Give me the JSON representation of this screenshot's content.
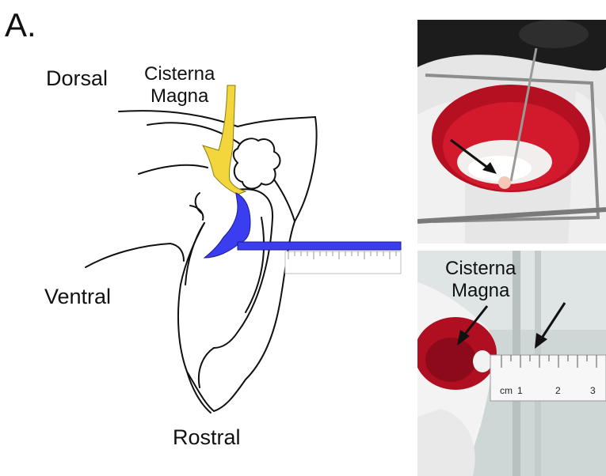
{
  "figure": {
    "panel_letter": "A.",
    "orientation": {
      "dorsal": "Dorsal",
      "ventral": "Ventral",
      "rostral": "Rostral"
    },
    "diagram_label_line1": "Cisterna",
    "diagram_label_line2": "Magna",
    "photo_label_line1": "Cisterna",
    "photo_label_line2": "Magna",
    "ruler_text": {
      "unit": "cm",
      "ticks": [
        "1",
        "2",
        "3"
      ]
    },
    "colors": {
      "cisterna": "#f2d63c",
      "ventricle": "#3a3df0",
      "tissue": "#c8102e",
      "outline": "#111111"
    }
  }
}
